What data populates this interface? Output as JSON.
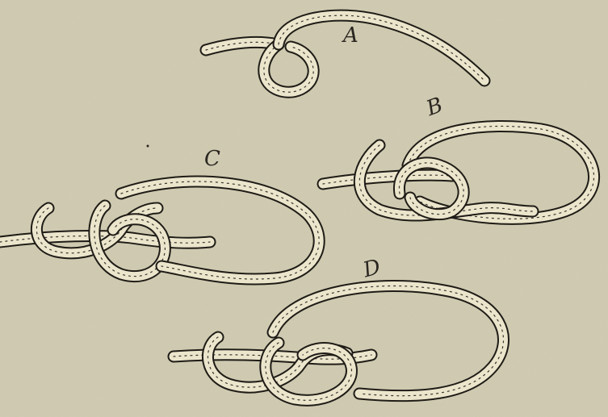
{
  "figure": {
    "background": "#cfcab0",
    "rope_color": "#ebe5cc",
    "ink_color": "#1f1c17",
    "panels": [
      {
        "id": "A",
        "label": "A"
      },
      {
        "id": "B",
        "label": "B"
      },
      {
        "id": "C",
        "label": "C"
      },
      {
        "id": "D",
        "label": "D"
      }
    ]
  }
}
